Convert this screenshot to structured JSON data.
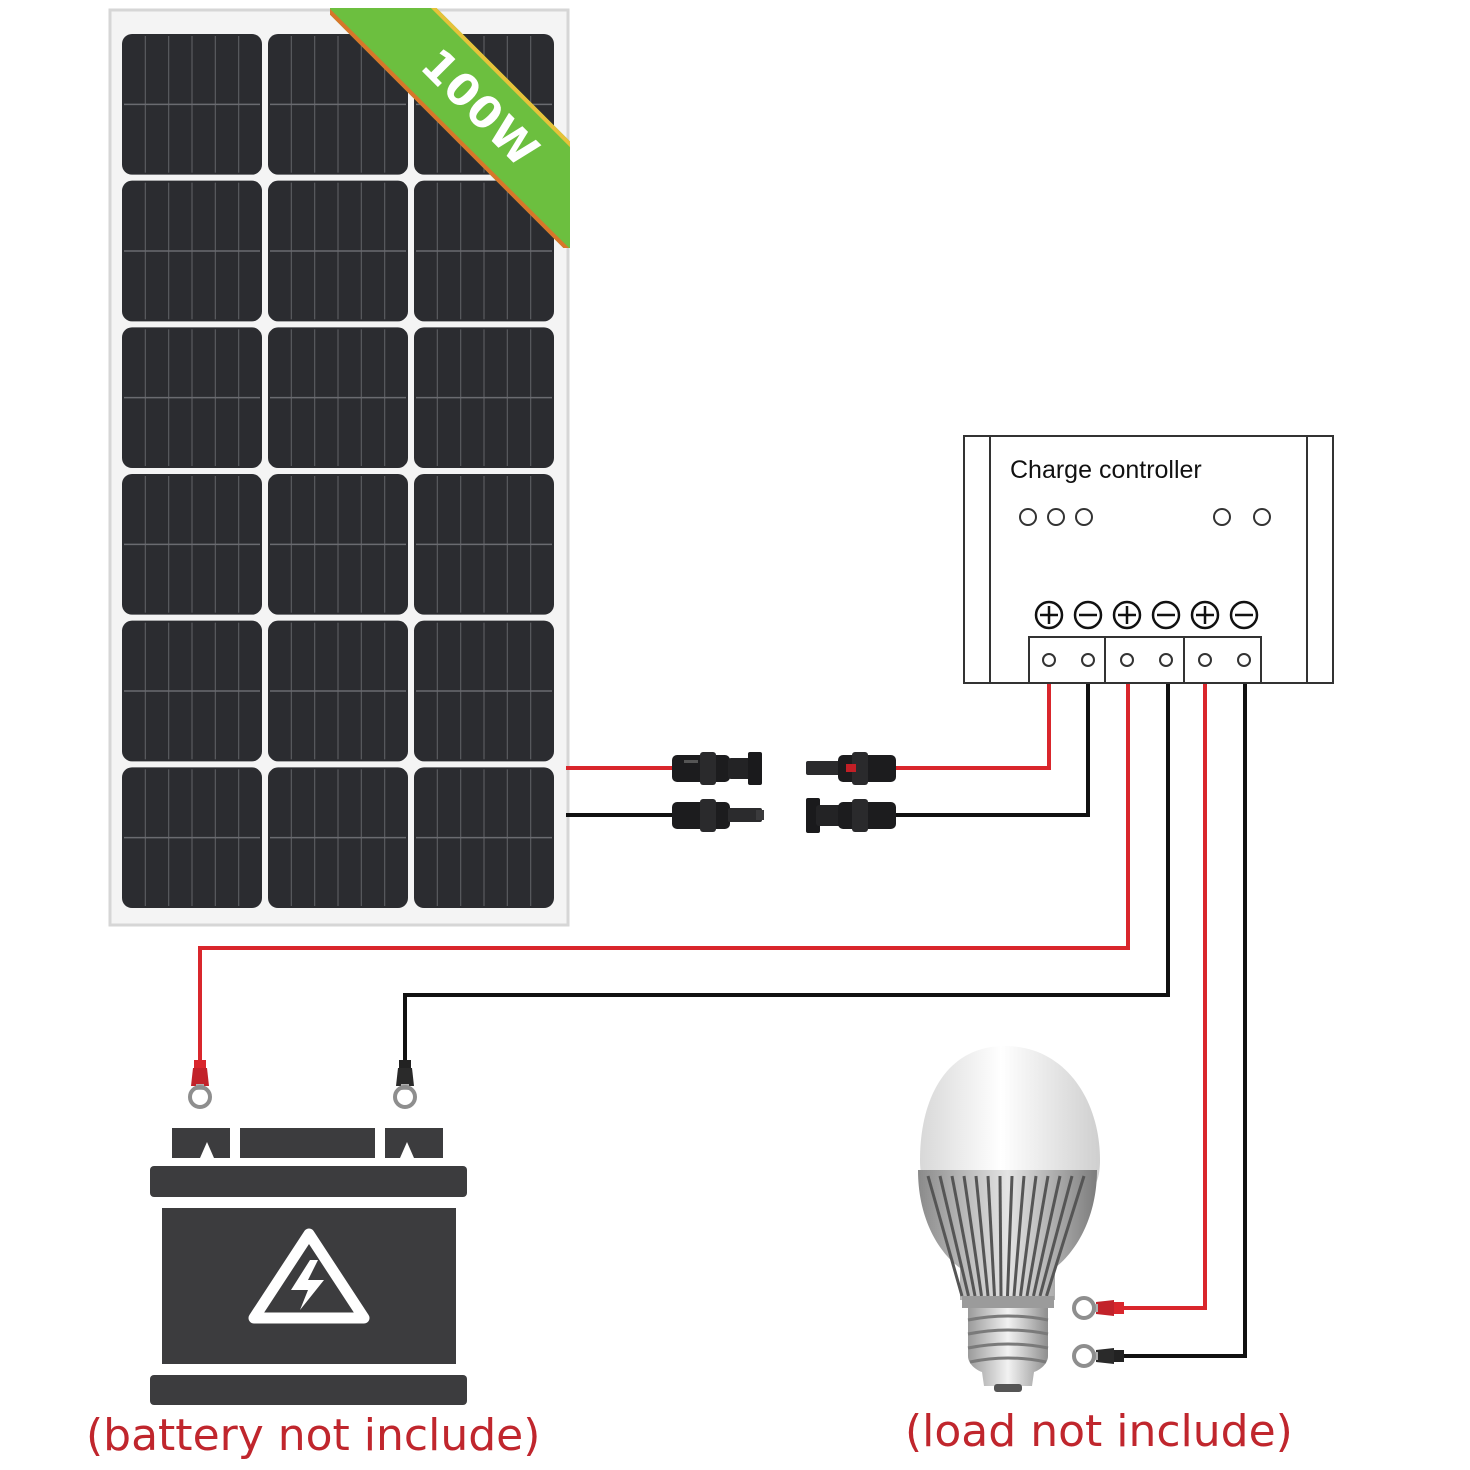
{
  "panel": {
    "badge": "100W"
  },
  "controller": {
    "title": "Charge controller"
  },
  "captions": {
    "battery": "(battery not include)",
    "load": "(load not include)"
  },
  "colors": {
    "positive_wire": "#d9262c",
    "negative_wire": "#111111",
    "panel_cell": "#2b2c30",
    "battery_body": "#3c3c3e",
    "badge_green": "#6cbf3f",
    "caption_red": "#c0262d"
  }
}
